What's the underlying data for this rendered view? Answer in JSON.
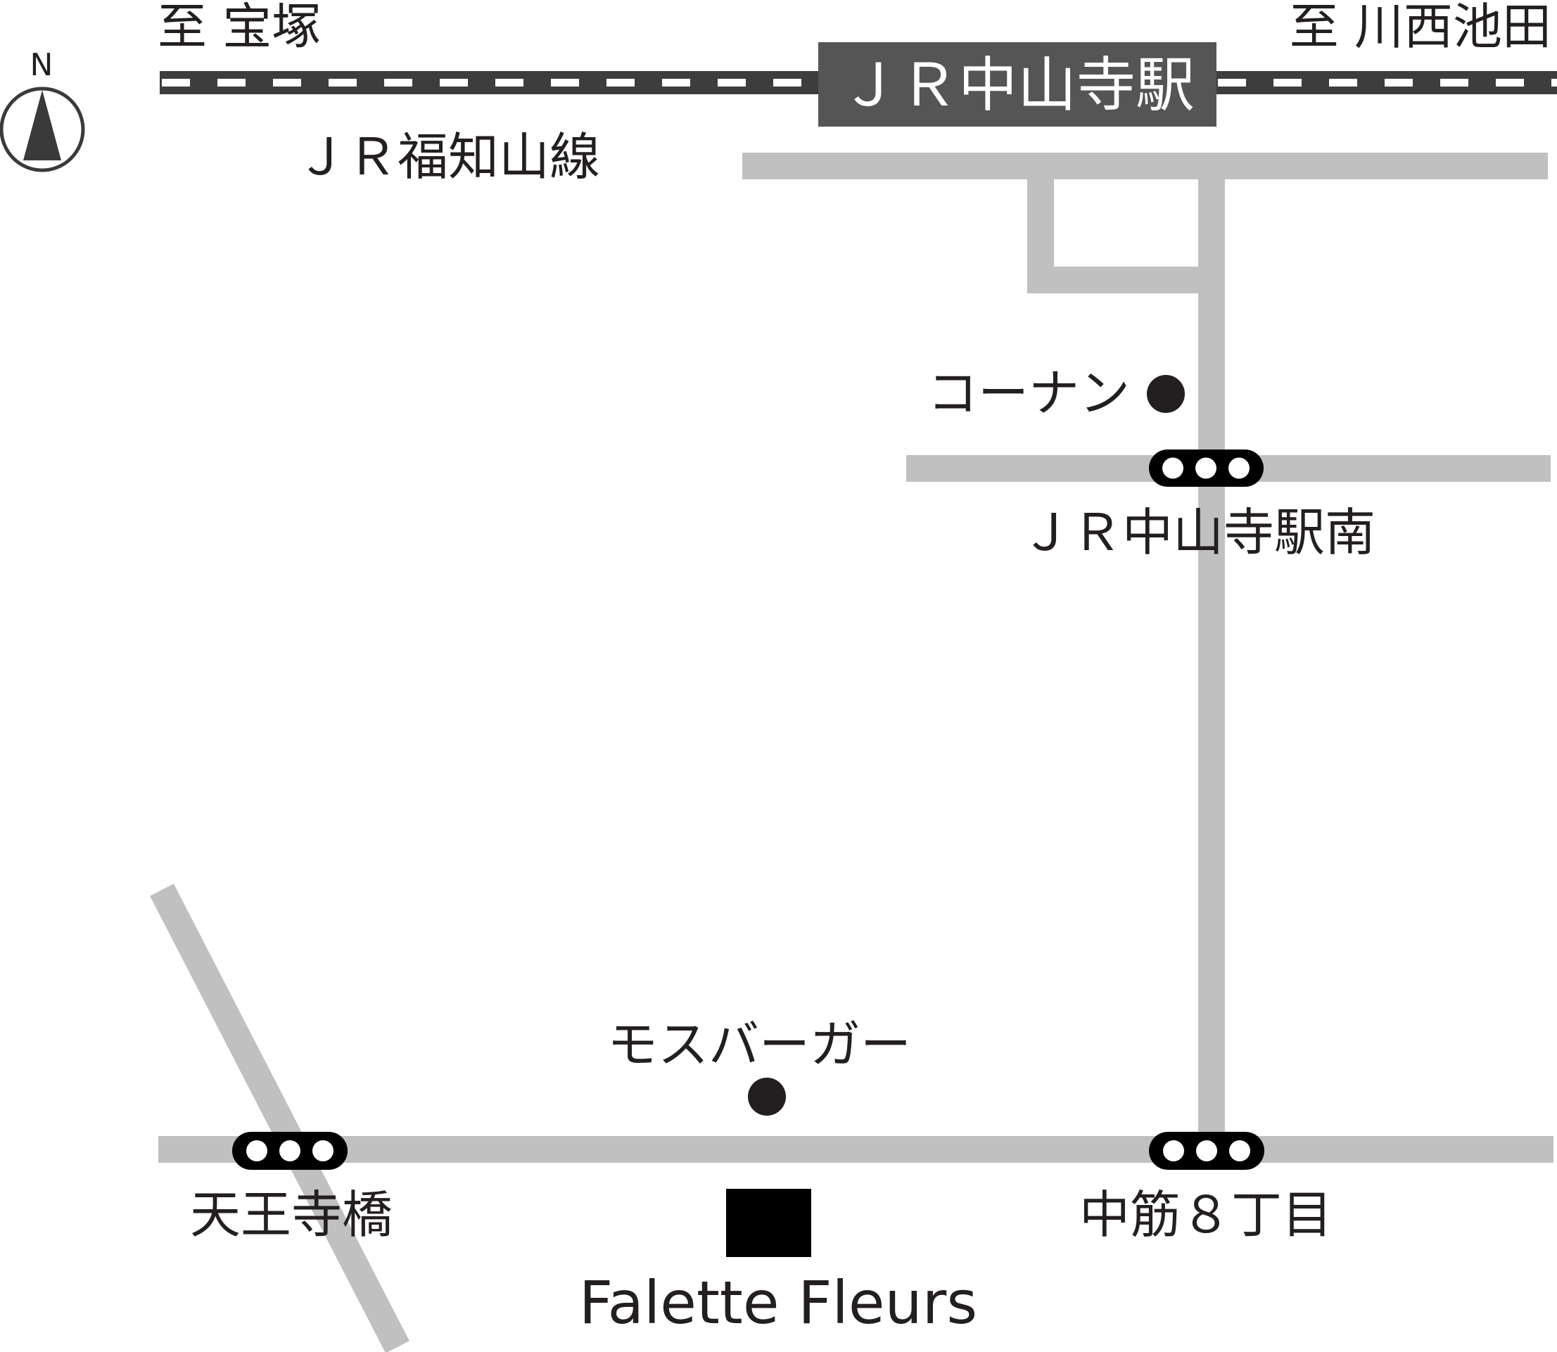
{
  "compass": {
    "letter": "N"
  },
  "railway": {
    "line_name": "ＪＲ福知山線",
    "station_name": "ＪＲ中山寺駅",
    "direction_west": "至 宝塚",
    "direction_east": "至 川西池田"
  },
  "landmarks": {
    "konan": "コーナン",
    "mos_burger": "モスバーガー",
    "destination": "Falette Fleurs"
  },
  "intersections": {
    "station_south": "ＪＲ中山寺駅南",
    "tennoji_bashi": "天王寺橋",
    "nakasuji_8": "中筋８丁目"
  },
  "colors": {
    "road": "#c0c0c0",
    "rail": "#3d3d3d",
    "station_box": "#555555",
    "ink": "#231f20"
  }
}
